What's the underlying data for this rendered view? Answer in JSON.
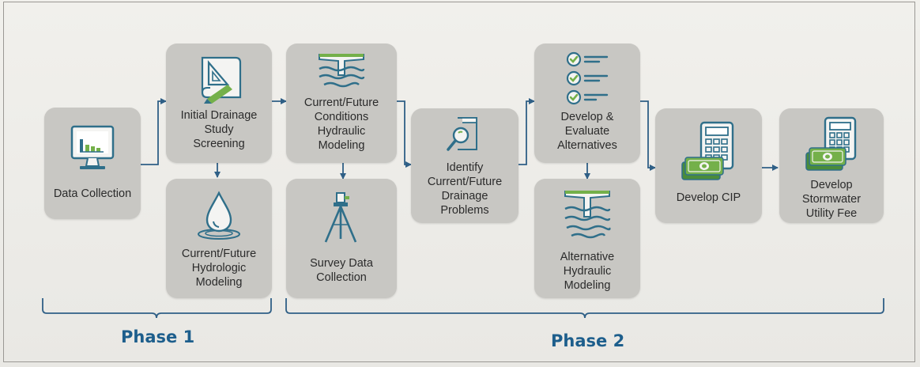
{
  "steps": {
    "data_collection": "Data Collection",
    "initial_drainage": "Initial Drainage\nStudy\nScreening",
    "hydrologic": "Current/Future\nHydrologic\nModeling",
    "current_hydraulic": "Current/Future\nConditions\nHydraulic\nModeling",
    "survey": "Survey Data\nCollection",
    "identify": "Identify\nCurrent/Future\nDrainage\nProblems",
    "develop_alternatives": "Develop &\nEvaluate\nAlternatives",
    "alternative_hydraulic": "Alternative\nHydraulic\nModeling",
    "develop_cip": "Develop CIP",
    "stormwater_fee": "Develop\nStormwater\nUtility Fee"
  },
  "phases": {
    "phase1": "Phase 1",
    "phase2": "Phase 2"
  },
  "colors": {
    "box": "#c8c7c3",
    "connector": "#2f5f86",
    "phase_text": "#1d5e8c",
    "icon_teal": "#2f6f8a",
    "icon_green": "#74b04a"
  },
  "icons": {
    "data_collection": "computer-monitor-chart-icon",
    "initial_drainage": "blueprint-triangle-pencil-icon",
    "hydrologic": "water-drop-icon",
    "current_hydraulic": "culvert-water-icon",
    "survey": "survey-tripod-icon",
    "identify": "magnifier-document-icon",
    "develop_alternatives": "checklist-icon",
    "alternative_hydraulic": "culvert-water-icon",
    "develop_cip": "calculator-cash-icon",
    "stormwater_fee": "calculator-cash-icon"
  }
}
